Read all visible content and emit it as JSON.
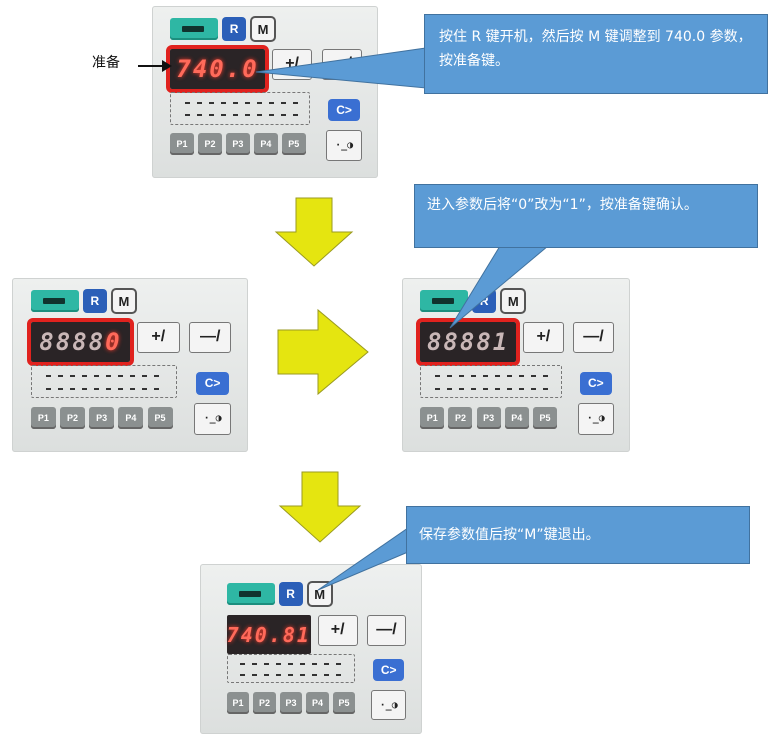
{
  "labels": {
    "prepare": "准备"
  },
  "callouts": [
    "按住 R 键开机，然后按 M 键调整到 740.0 参数，按准备键。",
    "进入参数后将“0”改为“1”，按准备键确认。",
    "保存参数值后按“M”键退出。"
  ],
  "panel_keys": {
    "r": "R",
    "m": "M",
    "plus": "+/",
    "minus": "—/",
    "blue": "C>",
    "end": "·_◑",
    "p_keys": [
      "P1",
      "P2",
      "P3",
      "P4",
      "P5"
    ]
  },
  "displays": {
    "step1": "740.0",
    "step2": "8888",
    "step2_last": "0",
    "step3": "88881",
    "step4": "740.81"
  },
  "colors": {
    "callout_fill": "#5b9bd5",
    "arrow_fill": "#e5e510",
    "highlight": "#e0221e",
    "panel": "#e4e6e5"
  }
}
